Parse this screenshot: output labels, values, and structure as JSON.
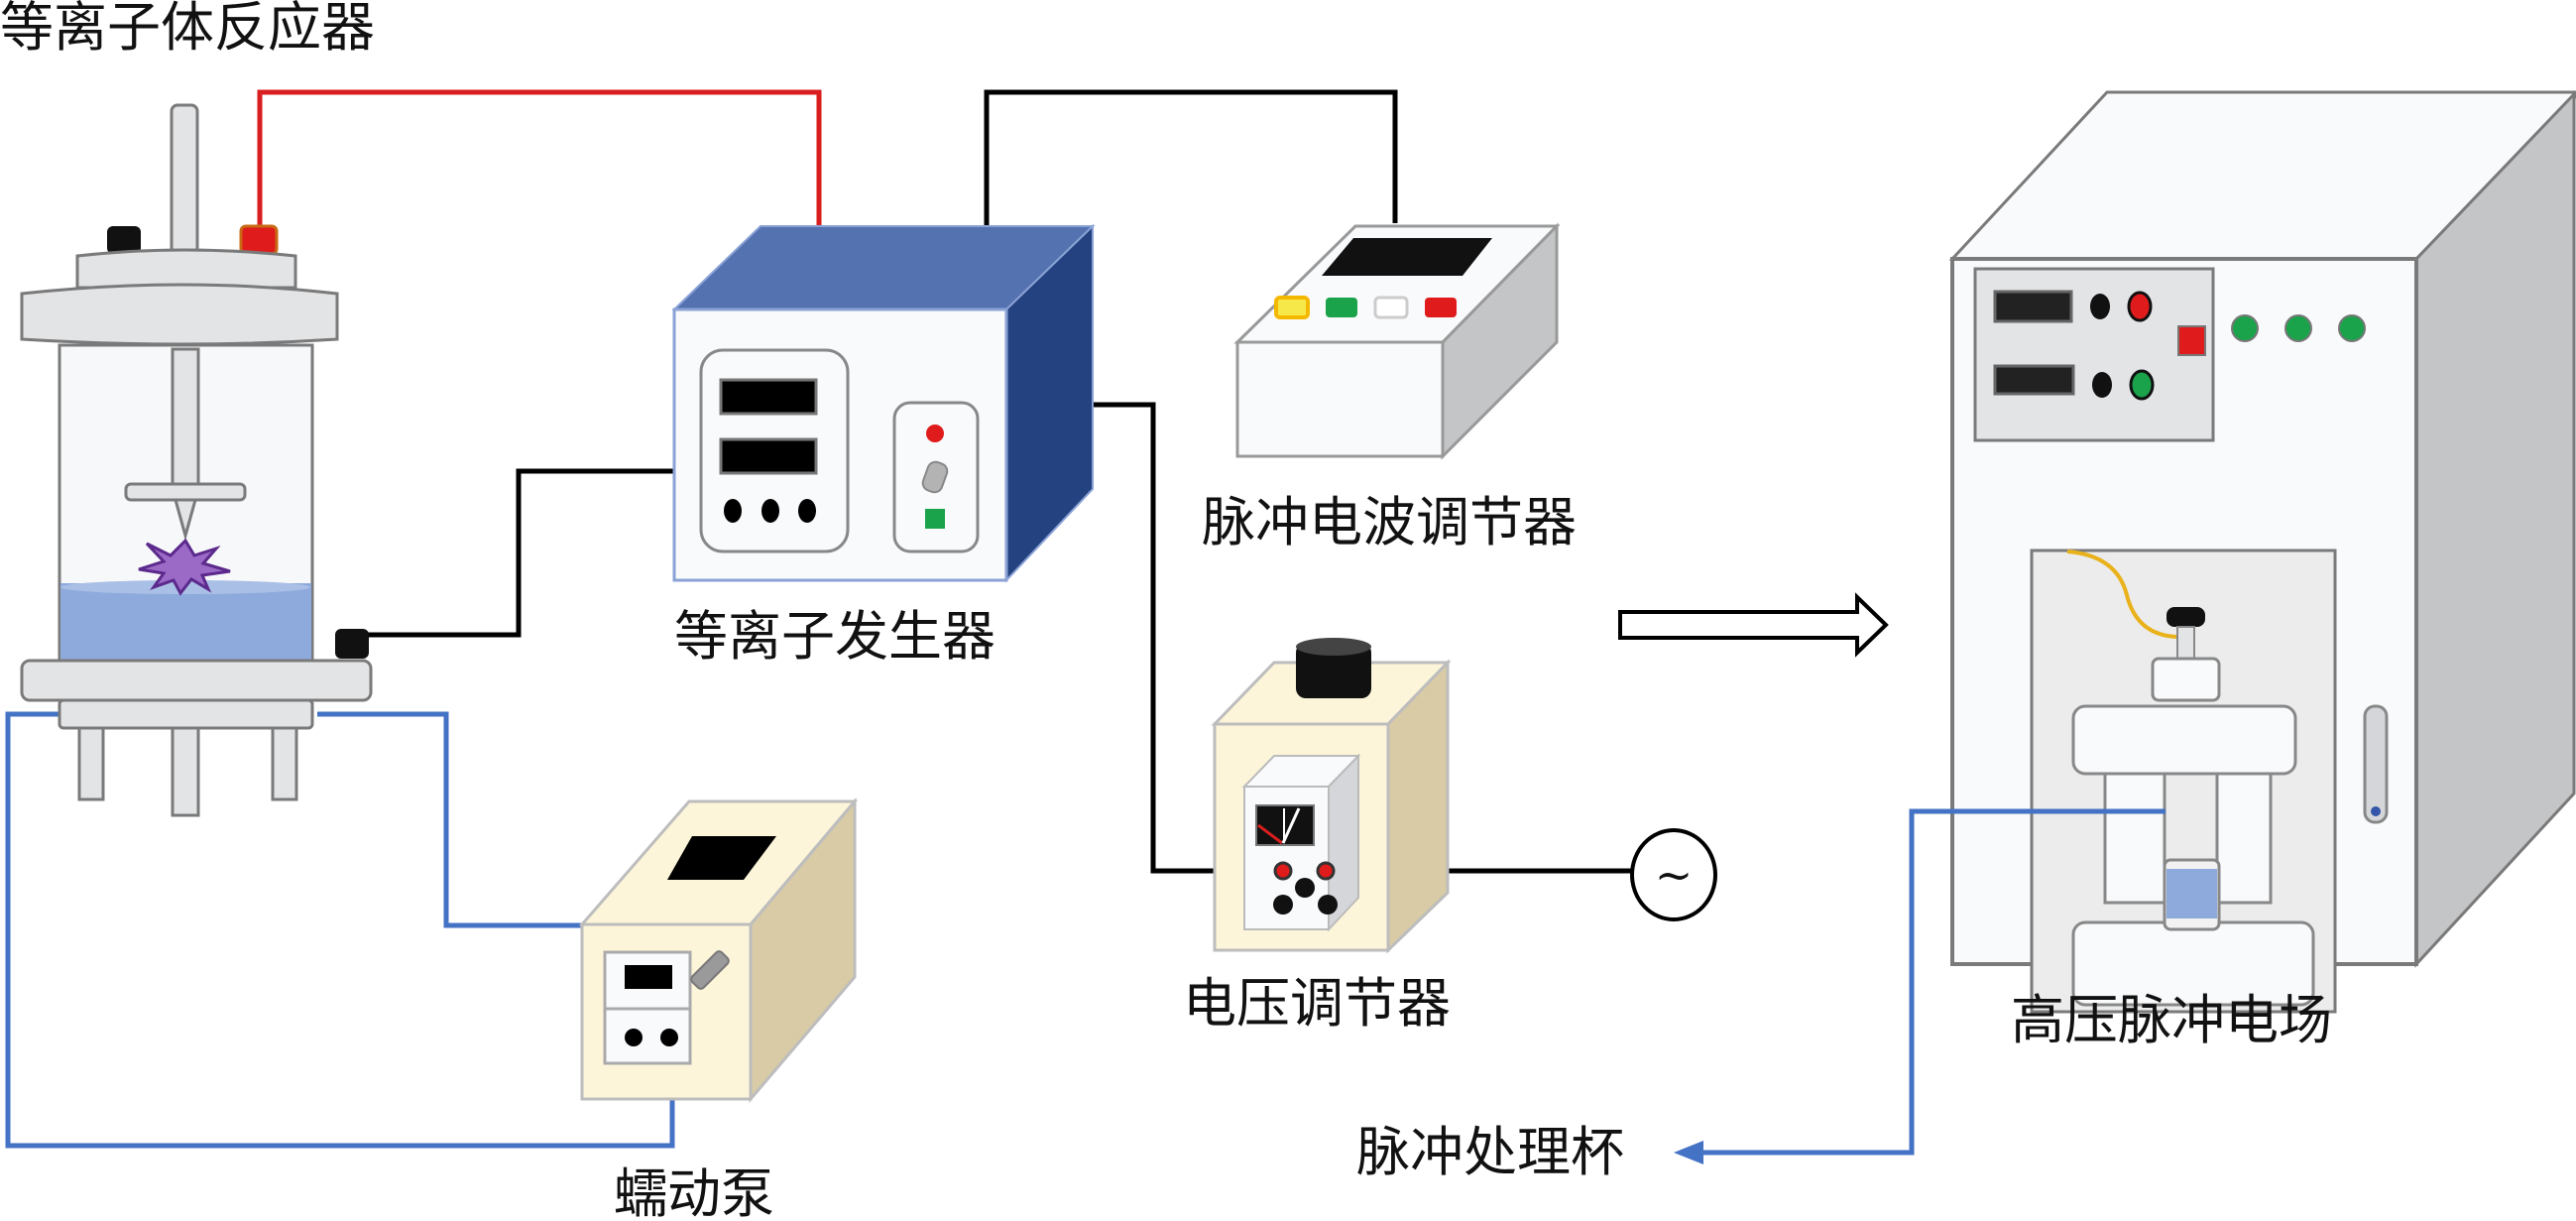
{
  "labels": {
    "plasma_reactor": "等离子体反应器",
    "plasma_generator": "等离子发生器",
    "pulse_wave_regulator": "脉冲电波调节器",
    "voltage_regulator": "电压调节器",
    "peristaltic_pump": "蠕动泵",
    "high_voltage_pulsed_field": "高压脉冲电场",
    "pulse_treatment_cup": "脉冲处理杯"
  },
  "symbols": {
    "ac_source": "~"
  },
  "colors": {
    "red_wire": "#d81e1e",
    "black_wire": "#000000",
    "blue_tube": "#4472c4",
    "generator_blue_top": "#5472b0",
    "generator_blue_side": "#23427f",
    "cream_body": "#fdf5d9",
    "cream_side": "#d8cba5",
    "liquid_blue": "#8eaadc",
    "plasma_purple": "#7b3fa8",
    "metal_gray": "#e3e4e6",
    "cabinet_side": "#c4c5c7",
    "led_green": "#1aa34a",
    "led_red": "#e01b1b",
    "led_yellow": "#f5c518",
    "wire_yellow": "#e9b21a"
  }
}
